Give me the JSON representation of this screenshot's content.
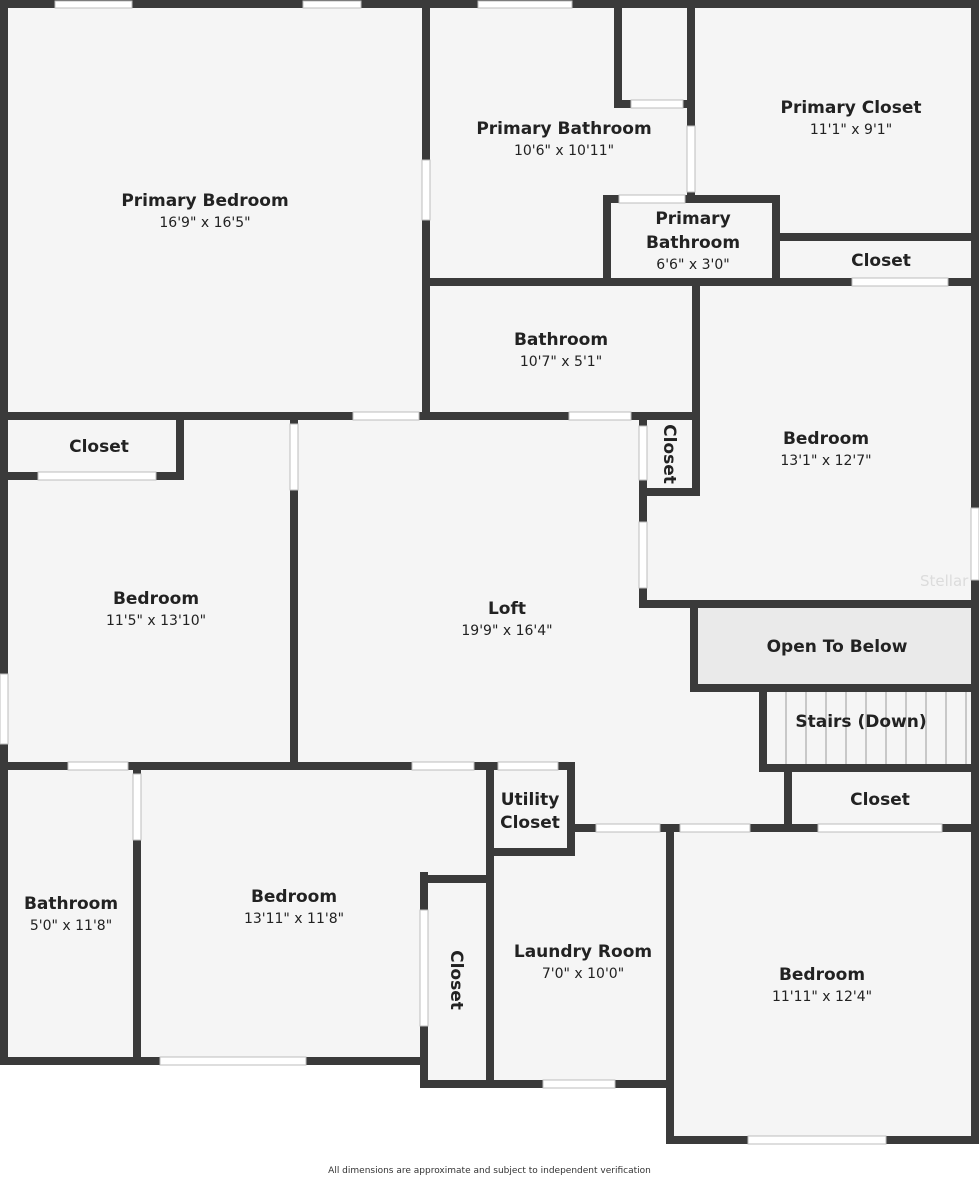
{
  "colors": {
    "wall": "#3a3a3a",
    "floor": "#f5f5f5",
    "open_to_below": "#eaeaea",
    "window": "#ffffff"
  },
  "rooms": {
    "primary_bedroom": {
      "name": "Primary Bedroom",
      "dims": "16'9\" x 16'5\""
    },
    "primary_bathroom": {
      "name": "Primary Bathroom",
      "dims": "10'6\" x 10'11\""
    },
    "primary_closet": {
      "name": "Primary Closet",
      "dims": "11'1\" x 9'1\""
    },
    "primary_bathroom_small": {
      "name_line1": "Primary",
      "name_line2": "Bathroom",
      "dims": "6'6\" x 3'0\""
    },
    "closet_top_right": {
      "name": "Closet"
    },
    "bathroom_mid": {
      "name": "Bathroom",
      "dims": "10'7\" x 5'1\""
    },
    "bedroom_right": {
      "name": "Bedroom",
      "dims": "13'1\" x 12'7\""
    },
    "closet_vertical_mid": {
      "name": "Closet"
    },
    "closet_left": {
      "name": "Closet"
    },
    "bedroom_left": {
      "name": "Bedroom",
      "dims": "11'5\" x 13'10\""
    },
    "loft": {
      "name": "Loft",
      "dims": "19'9\" x 16'4\""
    },
    "open_to_below": {
      "name": "Open To Below"
    },
    "stairs": {
      "name": "Stairs (Down)"
    },
    "closet_right_lower": {
      "name": "Closet"
    },
    "utility_closet": {
      "name_line1": "Utility",
      "name_line2": "Closet"
    },
    "bathroom_bottom_left": {
      "name": "Bathroom",
      "dims": "5'0\" x 11'8\""
    },
    "bedroom_bottom": {
      "name": "Bedroom",
      "dims": "13'11\" x 11'8\""
    },
    "closet_vertical_bottom": {
      "name": "Closet"
    },
    "laundry_room": {
      "name": "Laundry Room",
      "dims": "7'0\" x 10'0\""
    },
    "bedroom_bottom_right": {
      "name": "Bedroom",
      "dims": "11'11\" x 12'4\""
    }
  },
  "footer": {
    "disclaimer": "All dimensions are approximate and subject to independent verification"
  },
  "watermark": {
    "text": "Stellar"
  }
}
